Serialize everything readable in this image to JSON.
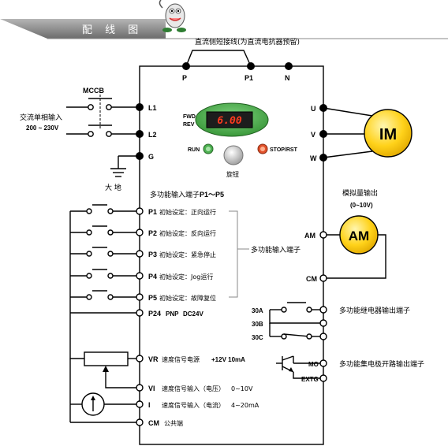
{
  "header": {
    "title": "配 线 图"
  },
  "top_note": "直流侧短接线(为直流电抗器预留)",
  "power_terminals": {
    "p": "P",
    "p1": "P1",
    "n": "N"
  },
  "input": {
    "breaker": "MCCB",
    "label_line1": "交流单相输入",
    "label_line2": "200 ~ 230V",
    "ground": "大 地",
    "terminals": [
      "L1",
      "L2",
      "G"
    ]
  },
  "panel": {
    "fwd": "FWD",
    "rev": "REV",
    "display": "6.00",
    "run": "RUN",
    "stop": "STOP/RST",
    "knob": "旋钮"
  },
  "motor": {
    "label": "IM",
    "terminals": [
      "U",
      "V",
      "W"
    ]
  },
  "analog_out": {
    "title": "模拟量输出",
    "range": "(0~10V)",
    "meter": "AM",
    "terminals": [
      "AM",
      "CM"
    ]
  },
  "multi_input": {
    "header_prefix": "多功能输入端子",
    "header_terms": "P1～P5",
    "group_label": "多功能输入端子",
    "rows": [
      {
        "term": "P1",
        "desc": "初始设定：正向运行"
      },
      {
        "term": "P2",
        "desc": "初始设定：反向运行"
      },
      {
        "term": "P3",
        "desc": "初始设定：紧急停止"
      },
      {
        "term": "P4",
        "desc": "初始设定：Jog运行"
      },
      {
        "term": "P5",
        "desc": "初始设定：故障复位"
      }
    ],
    "p24": "P24",
    "pnp": "PNP",
    "dc24": "DC24V"
  },
  "relay": {
    "terminals": [
      "30A",
      "30B",
      "30C"
    ],
    "label": "多功能继电器输出端子"
  },
  "open_collector": {
    "terminals": [
      "MO",
      "EXTG"
    ],
    "label": "多功能集电极开路输出端子"
  },
  "speed": {
    "vr": "VR",
    "vr_desc": "速度信号电源",
    "vr_val": "+12V  10mA",
    "vi": "VI",
    "vi_desc": "速度信号输入（电压）",
    "vi_val": "0~10V",
    "i": "I",
    "i_desc": "速度信号输入（电流）",
    "i_val": "4~20mA",
    "cm": "CM",
    "cm_desc": "公共端"
  },
  "colors": {
    "header_bar": "#8a8a8a",
    "panel_green": "#3aa53a",
    "display_bg": "#1d1d1d",
    "display_text": "#ff3b1f",
    "motor_fill": "#ffd21a",
    "run_led": "#4caf50",
    "stop_led": "#e0502a"
  }
}
